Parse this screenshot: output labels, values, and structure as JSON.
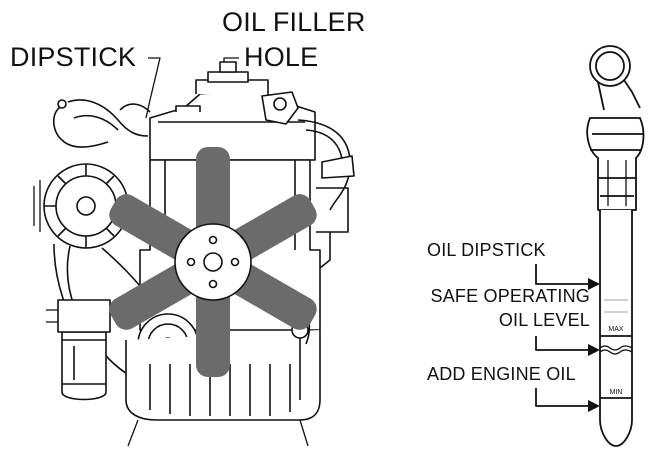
{
  "engine_labels": {
    "dipstick": "DIPSTICK",
    "oil_filler_line1": "OIL FILLER",
    "oil_filler_line2": "HOLE"
  },
  "dipstick_labels": {
    "oil_dipstick": "OIL DIPSTICK",
    "safe_line1": "SAFE OPERATING",
    "safe_line2": "OIL LEVEL",
    "add_oil": "ADD ENGINE OIL",
    "max_mark": "MAX",
    "min_mark": "MIN"
  },
  "colors": {
    "line": "#111111",
    "fan": "#6b6b6b",
    "background": "#ffffff"
  }
}
